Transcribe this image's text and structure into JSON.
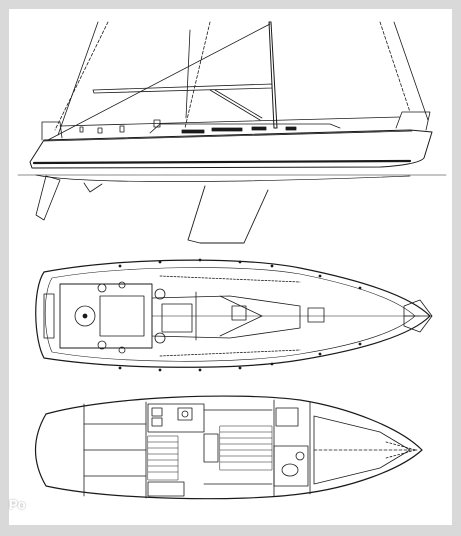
{
  "diagram": {
    "views": [
      "sail-plan-profile",
      "deck-plan",
      "interior-layout"
    ],
    "line_color": "#1a1a1a",
    "background": "#ffffff",
    "frame_color": "#d9d9d9"
  },
  "watermark": {
    "text": "Po"
  }
}
